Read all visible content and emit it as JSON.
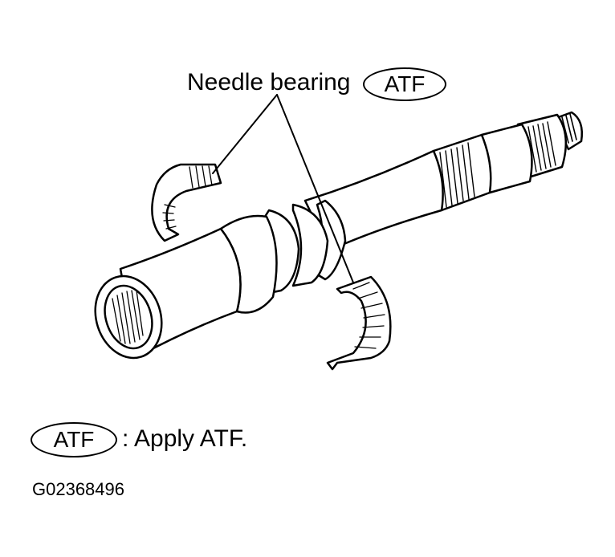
{
  "callout": {
    "label": "Needle bearing",
    "badge": "ATF"
  },
  "legend": {
    "badge": "ATF",
    "text": ": Apply ATF."
  },
  "figure_code": "G02368496",
  "colors": {
    "line": "#000000",
    "background": "#ffffff"
  }
}
